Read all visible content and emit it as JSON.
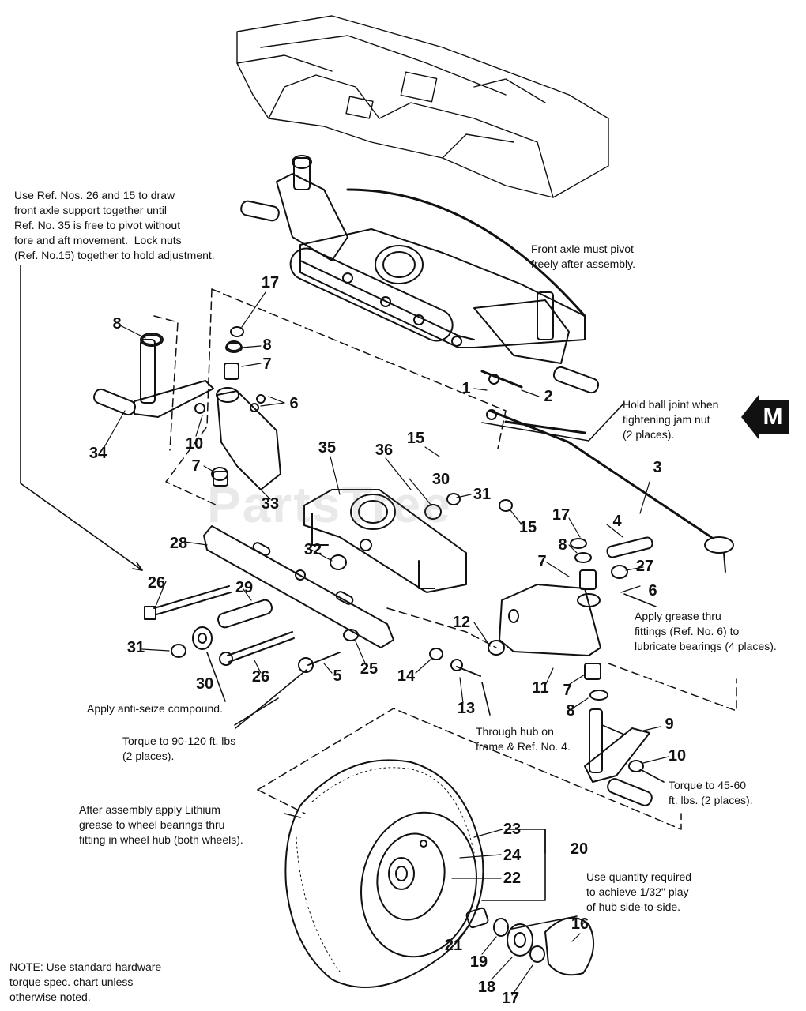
{
  "badge": {
    "letter": "M"
  },
  "watermark": "PartsTree",
  "notes": {
    "axle_support": "Use Ref. Nos. 26 and 15 to draw\nfront axle support together until\nRef. No. 35 is free to pivot without\nfore and aft movement.  Lock nuts\n(Ref. No.15) together to hold adjustment.",
    "axle_pivot": "Front axle must pivot\nfreely after assembly.",
    "ball_joint": "Hold ball joint when\ntightening jam nut\n(2 places).",
    "grease": "Apply grease thru\nfittings (Ref. No. 6) to\nlubricate bearings (4 places).",
    "anti_seize": "Apply anti-seize compound.",
    "torque_90": "Torque to 90-120 ft. lbs\n(2 places).",
    "through_hub": "Through hub on\nframe & Ref. No. 4.",
    "torque_45": "Torque to 45-60\nft. lbs. (2 places).",
    "lithium": "After assembly apply Lithium\ngrease to wheel bearings thru\nfitting in wheel hub (both wheels).",
    "quantity": "Use quantity required\nto achieve 1/32\" play\nof hub side-to-side.",
    "standard": "NOTE: Use standard hardware\ntorque spec. chart unless\notherwise noted."
  },
  "callouts": [
    "17",
    "8",
    "8",
    "7",
    "6",
    "10",
    "34",
    "7",
    "33",
    "35",
    "36",
    "15",
    "30",
    "31",
    "15",
    "28",
    "32",
    "26",
    "29",
    "31",
    "30",
    "26",
    "5",
    "25",
    "14",
    "13",
    "12",
    "11",
    "7",
    "8",
    "17",
    "8",
    "7",
    "4",
    "27",
    "6",
    "3",
    "1",
    "2",
    "9",
    "10",
    "23",
    "24",
    "22",
    "20",
    "21",
    "19",
    "18",
    "17",
    "16"
  ]
}
